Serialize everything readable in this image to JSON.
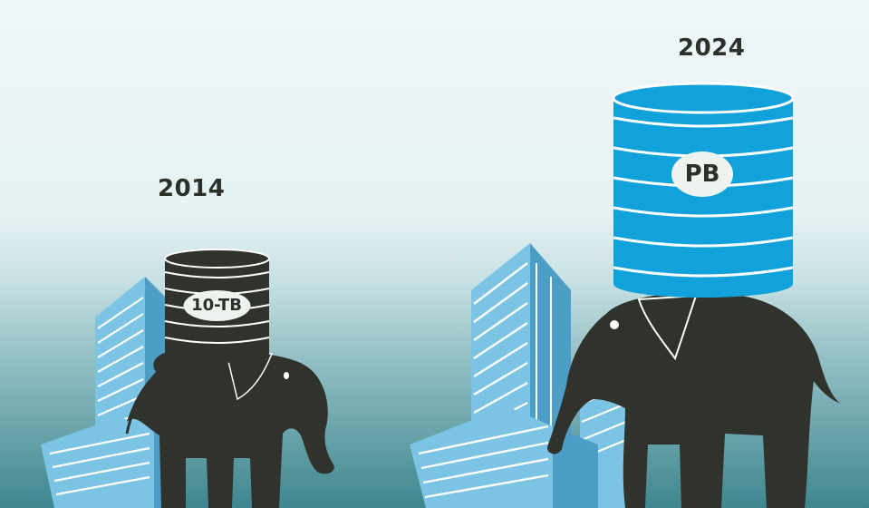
{
  "scene": {
    "left": {
      "year": "2014",
      "storage_label": "10-TB"
    },
    "right": {
      "year": "2024",
      "storage_label": "PB"
    }
  },
  "colors": {
    "sky_top": "#e8f4f6",
    "sky_bottom": "#4a8d96",
    "elephant": "#2f332b",
    "db_blue": "#11a2db",
    "building": "#7cc4e4",
    "building_shade": "#4c9ec7",
    "stripe": "#ffffff"
  }
}
